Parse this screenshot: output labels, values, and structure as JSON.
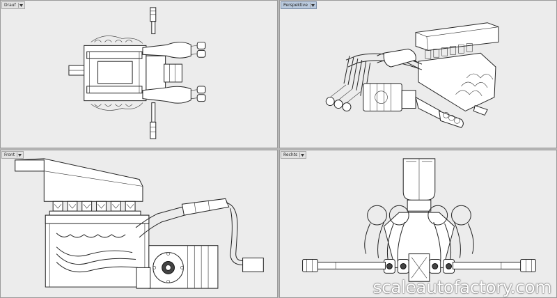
{
  "viewports": {
    "top": {
      "label": "Drauf"
    },
    "perspective": {
      "label": "Perspektive"
    },
    "front": {
      "label": "Front"
    },
    "right": {
      "label": "Rechts"
    }
  },
  "watermark": "scaleautofactory.com",
  "colors": {
    "active_tab": "#b9c9dd",
    "viewport_bg": "#ececec"
  },
  "icons": {
    "dropdown": "chevron-down-icon"
  }
}
